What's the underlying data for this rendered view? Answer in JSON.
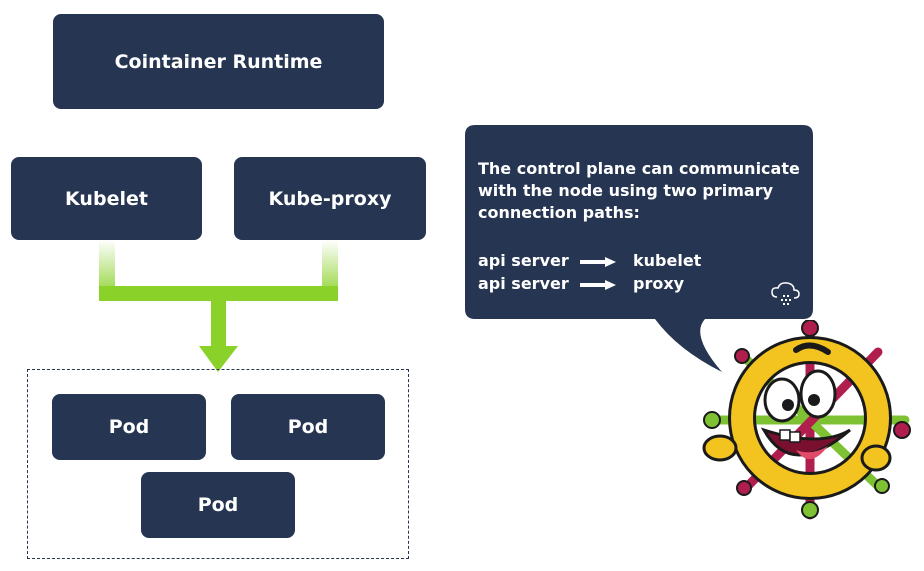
{
  "diagram": {
    "container_runtime": "Cointainer Runtime",
    "kubelet": "Kubelet",
    "kube_proxy": "Kube-proxy",
    "pods": [
      "Pod",
      "Pod",
      "Pod"
    ]
  },
  "callout": {
    "intro": "The control plane can communicate with the node using two primary connection paths:",
    "paths": [
      {
        "from": "api server",
        "to": "kubelet"
      },
      {
        "from": "api server",
        "to": "proxy"
      }
    ]
  },
  "colors": {
    "box": "#263552",
    "connector": "#8ad12a",
    "bubble": "#263552"
  },
  "icons": [
    "cloud-logo-icon",
    "helm-wheel-mascot-icon",
    "right-arrow-icon"
  ]
}
